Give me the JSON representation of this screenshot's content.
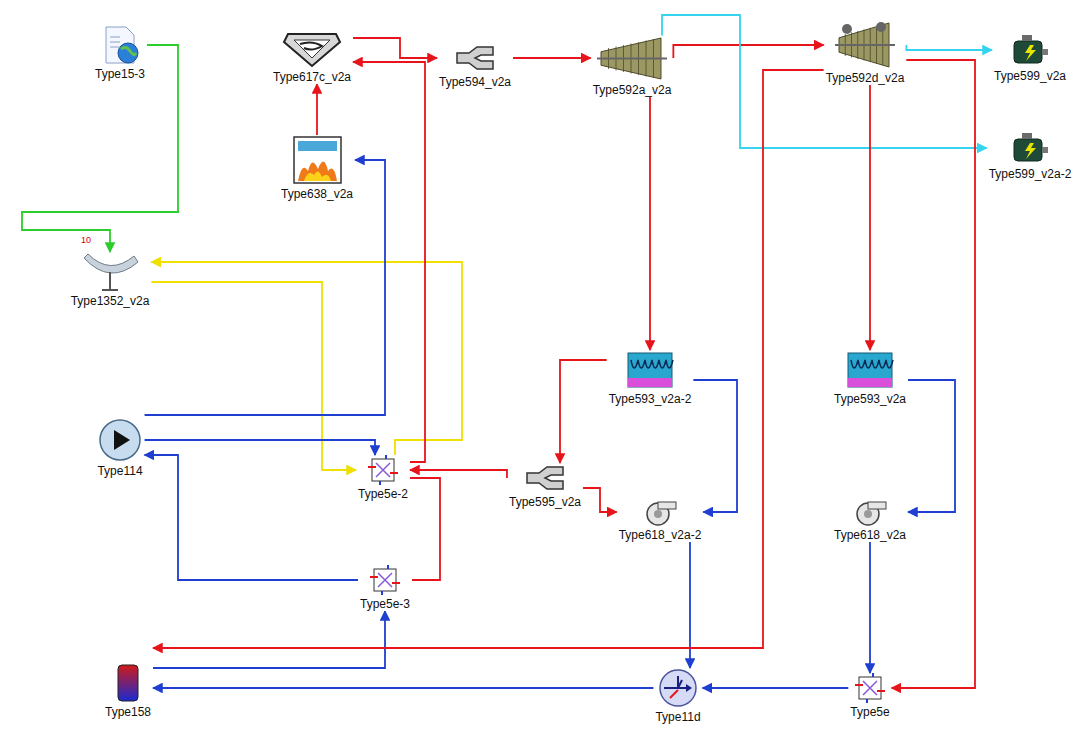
{
  "diagram": {
    "nodes": [
      {
        "text": [
          "Type15-3"
        ]
      },
      {
        "text": [
          "Type617c_v2a"
        ]
      },
      {
        "text": [
          "Type594_v2a"
        ]
      },
      {
        "text": [
          "Type592a_v2a"
        ]
      },
      {
        "text": [
          "Type592d_v2a"
        ]
      },
      {
        "text": [
          "Type599_v2a"
        ]
      },
      {
        "text": [
          "Type599_v2a-2"
        ]
      },
      {
        "text": [
          "Type638_v2a"
        ]
      },
      {
        "text": [
          "Type1352_v2a"
        ]
      },
      {
        "text": [
          "Type593_v2a-2"
        ]
      },
      {
        "text": [
          "Type593_v2a"
        ]
      },
      {
        "text": [
          "Type114"
        ]
      },
      {
        "text": [
          "Type5e-2"
        ]
      },
      {
        "text": [
          "Type595_v2a"
        ]
      },
      {
        "text": [
          "Type618_v2a-2"
        ]
      },
      {
        "text": [
          "Type618_v2a"
        ]
      },
      {
        "text": [
          "Type5e-3"
        ]
      },
      {
        "text": [
          "Type158"
        ]
      },
      {
        "text": [
          "Type11d"
        ]
      },
      {
        "text": [
          "Type5e"
        ]
      }
    ],
    "edges": [
      {
        "from": 0,
        "to": 8,
        "arrow": "to"
      },
      {
        "from": 8,
        "to": 12,
        "arrow": "to"
      },
      {
        "from": 12,
        "to": 8,
        "arrow": "to"
      },
      {
        "from": 11,
        "to": 12,
        "arrow": "to"
      },
      {
        "from": 11,
        "to": 7,
        "arrow": "to"
      },
      {
        "from": 7,
        "to": 1,
        "arrow": "to"
      },
      {
        "from": 12,
        "to": 1,
        "arrow": "to"
      },
      {
        "from": 1,
        "to": 2,
        "arrow": "to"
      },
      {
        "from": 2,
        "to": 3,
        "arrow": "to"
      },
      {
        "from": 3,
        "to": 4,
        "arrow": "to"
      },
      {
        "from": 4,
        "to": 5,
        "arrow": "to"
      },
      {
        "from": 3,
        "to": 6,
        "arrow": "to"
      },
      {
        "from": 3,
        "to": 9,
        "arrow": "to"
      },
      {
        "from": 4,
        "to": 10,
        "arrow": "to"
      },
      {
        "from": 4,
        "to": 19,
        "arrow": "to"
      },
      {
        "from": 9,
        "to": 14,
        "arrow": "to"
      },
      {
        "from": 10,
        "to": 15,
        "arrow": "to"
      },
      {
        "from": 14,
        "to": 18,
        "arrow": "to"
      },
      {
        "from": 15,
        "to": 19,
        "arrow": "to"
      },
      {
        "from": 19,
        "to": 18,
        "arrow": "to"
      },
      {
        "from": 18,
        "to": 17,
        "arrow": "to"
      },
      {
        "from": 17,
        "to": 16,
        "arrow": "to"
      },
      {
        "from": 16,
        "to": 11,
        "arrow": "to"
      },
      {
        "from": 9,
        "to": 13,
        "arrow": "to"
      },
      {
        "from": 13,
        "to": 12,
        "arrow": "to"
      },
      {
        "from": 13,
        "to": 14,
        "arrow": "to"
      },
      {
        "from": 4,
        "to": 17,
        "arrow": "to"
      },
      {
        "from": 12,
        "to": 16,
        "arrow": "none"
      }
    ],
    "labels": [
      "10"
    ]
  }
}
